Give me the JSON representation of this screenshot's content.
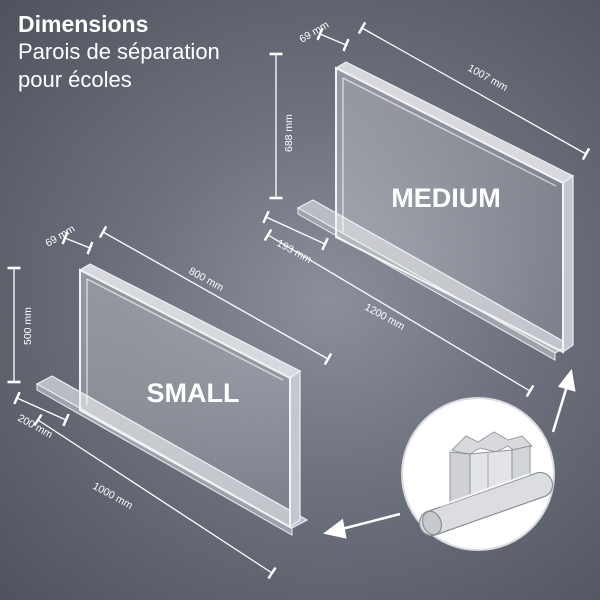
{
  "header": {
    "title": "Dimensions",
    "subtitle_line1": "Parois de séparation",
    "subtitle_line2": "pour écoles"
  },
  "medium": {
    "label": "MEDIUM",
    "depth": "69 mm",
    "width": "1007 mm",
    "height": "688 mm",
    "foot": "193 mm",
    "base": "1200 mm"
  },
  "small": {
    "label": "SMALL",
    "depth": "69 mm",
    "width": "800 mm",
    "height": "500 mm",
    "foot": "200 mm",
    "base": "1000 mm"
  },
  "colors": {
    "background": "#6c717d",
    "text": "#ffffff",
    "panel": "#c9ccd3"
  }
}
